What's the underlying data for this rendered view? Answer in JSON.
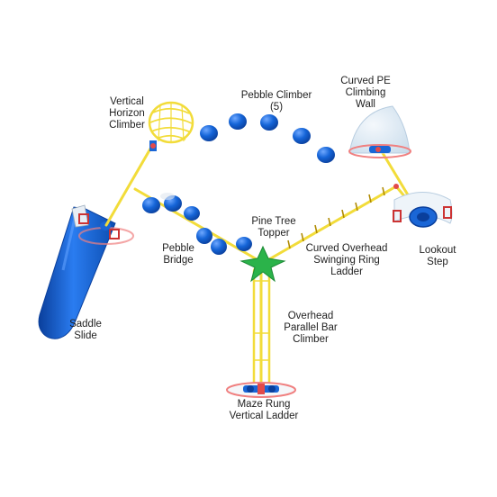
{
  "diagram": {
    "labels": {
      "vertical_horizon_climber": [
        "Vertical",
        "Horizon",
        "Climber"
      ],
      "pebble_climber": [
        "Pebble Climber",
        "(5)"
      ],
      "curved_pe_climbing_wall": [
        "Curved PE",
        "Climbing",
        "Wall"
      ],
      "pine_tree_topper": [
        "Pine Tree",
        "Topper"
      ],
      "pebble_bridge": [
        "Pebble",
        "Bridge"
      ],
      "curved_overhead_swinging_ring_ladder": [
        "Curved Overhead",
        "Swinging Ring",
        "Ladder"
      ],
      "lookout_step": [
        "Lookout",
        "Step"
      ],
      "saddle_slide": [
        "Saddle",
        "Slide"
      ],
      "overhead_parallel_bar_climber": [
        "Overhead",
        "Parallel Bar",
        "Climber"
      ],
      "maze_rung_vertical_ladder": [
        "Maze Rung",
        "Vertical Ladder"
      ]
    },
    "colors": {
      "post": "#f2dc3a",
      "post_edge": "#c9a800",
      "blue": "#1565d8",
      "blue_dark": "#0a3f9c",
      "green": "#2bb34a",
      "red_accent": "#e24a4a",
      "ice": "#d8e8f5"
    }
  }
}
